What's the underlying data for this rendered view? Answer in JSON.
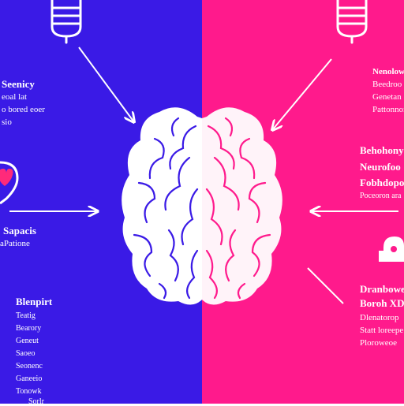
{
  "colors": {
    "left_bg": "#3a1ae6",
    "right_bg": "#ff1a8c",
    "line": "#ffffff",
    "left_brain_vein": "#4a2ad6",
    "right_brain_vein": "#e0147a"
  },
  "left_side": {
    "group1": [
      "Seenicy",
      "eoal lat",
      "o bored eoer",
      "sio"
    ],
    "group2": [
      "Sapacis",
      "aPatione"
    ],
    "group3": [
      "Blenpirt",
      "Teatig",
      "Bearory",
      "Geneut",
      "Saoeo",
      "Seonenc",
      "Ganeeio",
      "Tonowk",
      "Sorlr"
    ]
  },
  "right_side": {
    "group1": [
      "Nenolow",
      "Beedroo",
      "Genetan",
      "Pattonnore"
    ],
    "group2": [
      "Behohony",
      "Neurofoo",
      "Fobhdopo",
      "Poceoron ara"
    ],
    "group3": [
      "Dranbowe",
      "Boroh XD",
      "Dlenatorop",
      "Statt loreepe",
      "Ploroweoe"
    ]
  },
  "icons": {
    "top_left": "test-tube-icon",
    "top_right": "test-tube-icon",
    "left_marker": "heart-pin-icon",
    "right_marker": "person-icon",
    "left_brain": "brain-left-hemisphere-icon",
    "right_brain": "brain-right-hemisphere-icon"
  }
}
